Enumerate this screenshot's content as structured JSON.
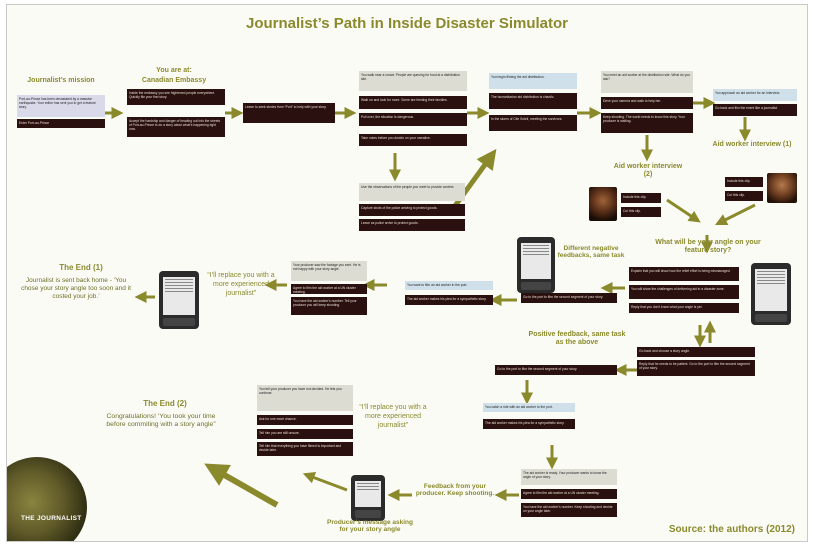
{
  "title": "Journalist’s Path in Inside Disaster Simulator",
  "source": "Source: the authors (2012)",
  "logo_text": "THE JOURNALIST",
  "labels": {
    "mission": "Journalist’s mission",
    "you_are_at": "You are at:",
    "embassy": "Canadian Embassy",
    "aid_worker_2": "Aid worker interview (2)",
    "aid_worker_1": "Aid worker interview (1)",
    "angle_question": "What will be your angle on your feature story?",
    "negative_feedbacks": "Different negative feedbacks, same task",
    "positive_feedback": "Positive feedback, same task as the above",
    "end1_title": "The End  (1)",
    "end1_text": "Journalist is sent back home - ‘You chose your story angle too soon and it costed your job.’",
    "quote1": "“I’ll replace you with a more experienced journalist”",
    "end2_title": "The End  (2)",
    "end2_text": "Congratulations! ‘You took your time before commiting with a story angle”",
    "quote2": "“I’ll replace you with a more experienced journalist”",
    "feedback_producer": "Feedback from your producer. Keep shooting.",
    "producer_message": "Producer’s message asking for your story angle"
  },
  "boxes": {
    "mission_text": "Port-au-Prince has been devastated by a massive earthquake. Your editor has sent you to get a feature story.",
    "mission_action": "Enter Port-au-Prince",
    "embassy_a": "Inside the embassy you see frightened people everywhere. Quickly file your first story.",
    "embassy_b": "Accept the hardship and danger of heading out into the streets of Port-au-Prince to do a story about what’s happening right now.",
    "leave": "Leave to seek stories from “Port” to help with your story.",
    "walk": "You walk near a crowd. People are queuing for food at a distribution site.",
    "mid_a": "Walk on and look for more. Some are feeding their families.",
    "mid_b": "Pull over, the situation is dangerous.",
    "mid_c": "Take notes before you decide on your narrative.",
    "gray_a": "Use the observations of the people you meet to provide context.",
    "dark_a": "Capture shots of the police arriving to protect goods.",
    "dark_b": "Leave as police arrive to protect goods.",
    "blue_top": "You begin filming the aid distribution.",
    "dist_a": "The humanitarian aid distribution is chaotic.",
    "dist_b": "In the slums of Cite Soleil, meeting the survivors.",
    "right_a": "You meet an aid worker at the distribution site. What do you ask?",
    "right_b": "Drive your camera and walk to help her.",
    "right_c": "Keep shooting. The world needs to know this story. Your producer is waiting.",
    "far_a": "You approach an aid worker for an interview.",
    "far_b": "Go back and film the event like a journalist.",
    "aw1_a": "Include this clip.",
    "aw1_b": "Cut this clip.",
    "aw2_a": "Include this clip.",
    "aw2_b": "Cut this clip.",
    "angle_a": "Explain that you will show how the relief effort is being mismanaged.",
    "angle_b": "You will show the challenges of delivering aid in a disaster zone.",
    "angle_c": "Reply that you don’t know what your angle is yet.",
    "go_back": "Go back and choose a story angle.",
    "reply": "Reply that he needs to be patient. Go to the port to film the second segment of your story.",
    "pos_task": "Go to the port to film the second segment of your story.",
    "neg_blue": "You want to film an aid worker in the port.",
    "neg_dark": "The aid worker makes his plea for a sympathetic story.",
    "neg_task": "Go to the port to film the second segment of your story.",
    "gray_end1": "Your producer saw the footage you sent. He is not happy with your story angle.",
    "dark_end1_a": "Agree to film the aid worker at a UN cluster meeting.",
    "dark_end1_b": "You have the aid worker’s number. Tell your producer you will keep shooting.",
    "low_blue": "You catch a ride with an aid worker to the port.",
    "low_dark": "The aid worker makes his plea for a sympathetic story.",
    "gray_end2": "You tell your producer you have not decided. He lets you continue.",
    "dark_end2_a": "Ask for one more chance.",
    "dark_end2_b": "Tell him you are still unsure.",
    "dark_end2_c": "Tell him that everything you have filmed is important and decide later.",
    "gray_bottom": "The aid worker is ready. Your producer wants to know the angle of your story.",
    "dark_bottom_a": "Agree to film the aid worker at a UN cluster meeting.",
    "dark_bottom_b": "You have the aid worker’s number. Keep shooting and decide on your angle later."
  },
  "colors": {
    "olive": "#8a8a2d",
    "dark_box": "#2a1110",
    "blue_box": "#cfe0ea",
    "gray_box": "#dcdcd2",
    "lavender_box": "#d9d9ea"
  },
  "icons": [
    "phone-icon",
    "aid-worker-photo",
    "logo-emblem"
  ]
}
